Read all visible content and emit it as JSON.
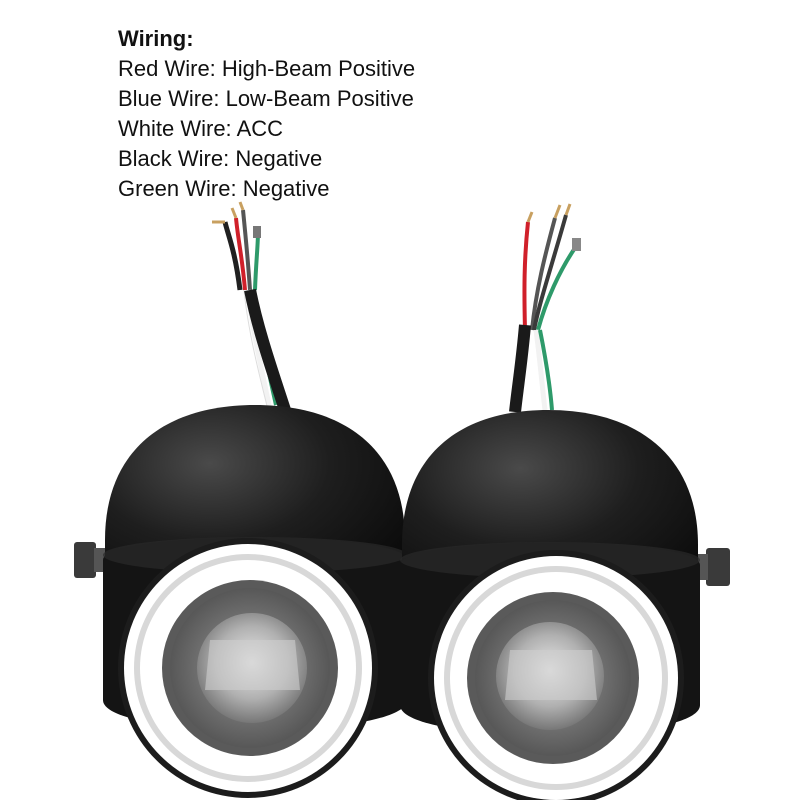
{
  "wiring": {
    "title": "Wiring:",
    "lines": [
      "Red Wire: High-Beam Positive",
      "Blue Wire: Low-Beam Positive",
      "White Wire: ACC",
      "Black Wire: Negative",
      "Green Wire: Negative"
    ]
  },
  "colors": {
    "housing": "#1a1a1a",
    "red_wire": "#d0202a",
    "blue_wire": "#3a4a8a",
    "white_wire": "#f2f2f2",
    "black_wire": "#202020",
    "green_wire": "#2e9a6a",
    "halo_ring": "#ffffff"
  }
}
